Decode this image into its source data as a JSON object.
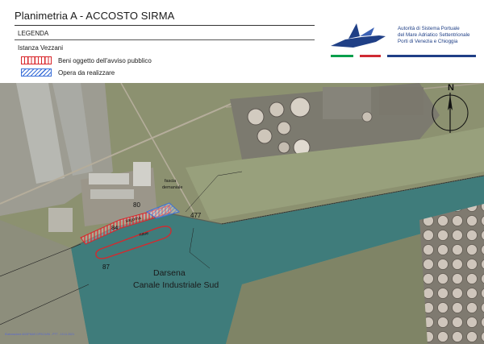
{
  "header": {
    "title": "Planimetria A - ACCOSTO SIRMA",
    "legend_title": "LEGENDA",
    "legend_subtitle": "Istanza Vezzani",
    "legend_items": [
      {
        "label": "Beni oggetto dell'avviso pubblico",
        "color": "#d9262b",
        "pattern": "vertical-hatch"
      },
      {
        "label": "Opera da realizzare",
        "color": "#3a6fd8",
        "pattern": "diagonal-hatch"
      }
    ]
  },
  "authority": {
    "line1": "Autorità di Sistema Portuale",
    "line2": "del Mare Adriatico Settentrionale",
    "line3": "Porti di Venezia e Chioggia",
    "logo_icon": "ship-bow-logo-icon",
    "strip_colors": [
      "#0a9f4c",
      "#cf2a33",
      "#1f3f86"
    ]
  },
  "map": {
    "label_darsena": "Darsena",
    "label_canale": "Canale Industriale Sud",
    "label_80": "80",
    "label_84": "84",
    "label_87": "87",
    "label_477": "477",
    "label_fascia_line1": "fascia",
    "label_fascia_line2": "demaniale",
    "label_sagoma": "sagoma",
    "label_nave": "nave",
    "north": "N",
    "footer_text": "Elaborazione ADSPMAS DPSC/UNI - PTT - 19.11.2021",
    "colors": {
      "water": "#3d7b7a",
      "land": "#8c9170",
      "industrial": "#a7a79d",
      "hatch_red": "#d9262b",
      "hatch_blue": "#3a6fd8"
    }
  }
}
